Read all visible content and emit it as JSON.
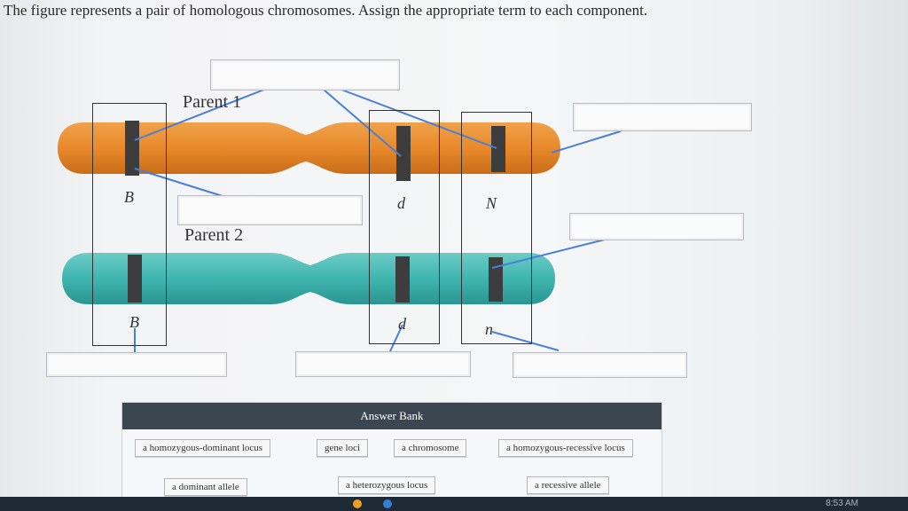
{
  "question": {
    "prompt": "The figure represents a pair of homologous chromosomes. Assign the appropriate term to each component."
  },
  "figure": {
    "parent1_label": "Parent 1",
    "parent2_label": "Parent 2",
    "alleles_top": [
      "B",
      "d",
      "N"
    ],
    "alleles_bottom": [
      "B",
      "d",
      "n"
    ],
    "colors": {
      "parent1": "#e8892b",
      "parent2": "#3fb5b0",
      "band": "#3d3d3d",
      "leader": "#4a7fd6"
    }
  },
  "answer_bank": {
    "header": "Answer Bank",
    "row1": [
      "a homozygous-dominant locus",
      "gene loci",
      "a chromosome",
      "a homozygous-recessive locus"
    ],
    "row2": [
      "a dominant allele",
      "a heterozygous locus",
      "a recessive allele"
    ]
  },
  "taskbar": {
    "time": "8:53 AM"
  }
}
